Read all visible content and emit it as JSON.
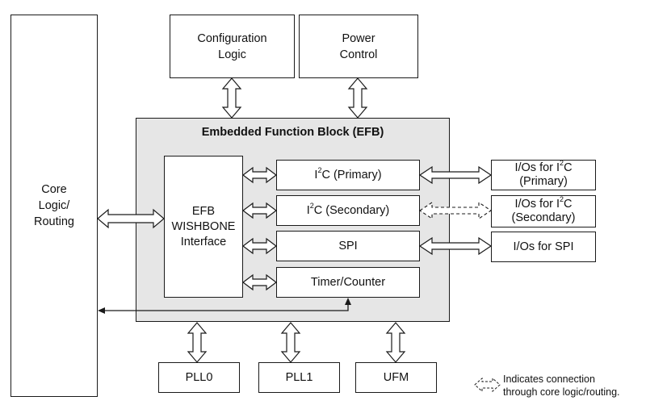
{
  "blocks": {
    "core_logic": "Core\nLogic/\nRouting",
    "config_logic": "Configuration\nLogic",
    "power_control": "Power\nControl",
    "efb_title": "Embedded Function Block (EFB)",
    "wishbone": "EFB\nWISHBONE\nInterface",
    "i2c_primary": {
      "pre": "I",
      "sup": "2",
      "post": "C (Primary)"
    },
    "i2c_secondary": {
      "pre": "I",
      "sup": "2",
      "post": "C (Secondary)"
    },
    "spi": "SPI",
    "timer": "Timer/Counter",
    "io_i2c_primary": {
      "pre": "I/Os for I",
      "sup": "2",
      "post": "C",
      "line2": "(Primary)"
    },
    "io_i2c_secondary": {
      "pre": "I/Os for I",
      "sup": "2",
      "post": "C",
      "line2": "(Secondary)"
    },
    "io_spi": "I/Os for SPI",
    "pll0": "PLL0",
    "pll1": "PLL1",
    "ufm": "UFM"
  },
  "legend": {
    "text": "Indicates connection\nthrough core logic/routing."
  },
  "colors": {
    "efb_fill": "#e6e6e6",
    "line": "#1a1a1a"
  }
}
